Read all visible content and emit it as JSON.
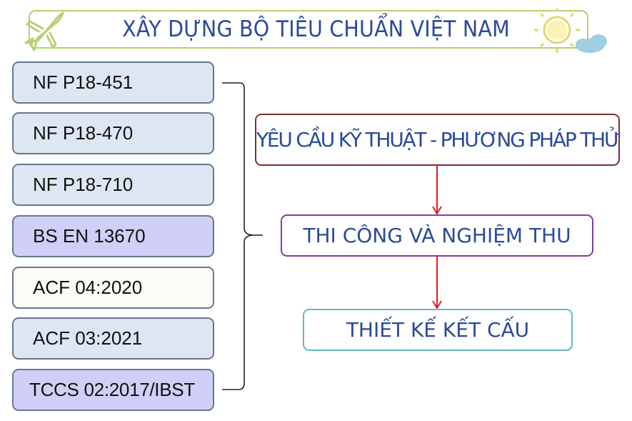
{
  "header": {
    "title": "XÂY DỰNG BỘ TIÊU CHUẨN VIỆT NAM"
  },
  "standards": [
    {
      "label": "NF P18-451",
      "color": "#dde6f2"
    },
    {
      "label": "NF P18-470",
      "color": "#dde6f2"
    },
    {
      "label": "NF P18-710",
      "color": "#dde6f2"
    },
    {
      "label": "BS EN 13670",
      "color": "#cfcff7"
    },
    {
      "label": "ACF 04:2020",
      "color": "#fbfbf8"
    },
    {
      "label": "ACF 03:2021",
      "color": "#dde6f2"
    },
    {
      "label": "TCCS 02:2017/IBST",
      "color": "#cfcff7"
    }
  ],
  "flow": {
    "step_1": "YÊU CẦU KỸ THUẬT - PHƯƠNG PHÁP THỬ",
    "step_2": "THI CÔNG VÀ NGHIỆM THU",
    "step_3": "THIẾT KẾ KẾT CẤU"
  },
  "icons": {
    "left": "airplane-icon",
    "right": "sun-cloud-icon"
  },
  "colors": {
    "title_blue": "#2b4a9b",
    "banner_border": "#b9cf74",
    "arrow_red": "#e02020"
  }
}
